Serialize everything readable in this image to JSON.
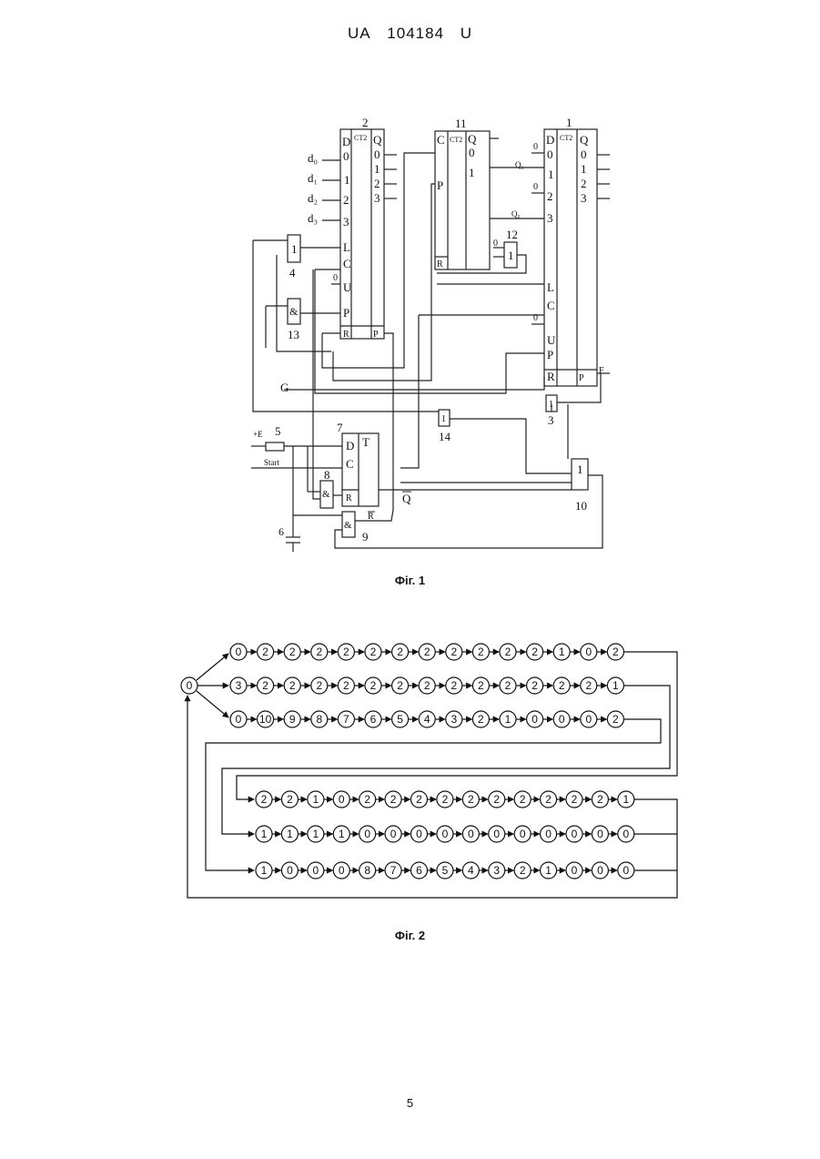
{
  "header": {
    "country": "UA",
    "number": "104184",
    "kind": "U"
  },
  "figure1": {
    "caption": "Фіг. 1",
    "counter_2": {
      "id": "2",
      "type": "CT2",
      "inputs": [
        "D",
        "0",
        "1",
        "2",
        "3",
        "L",
        "C",
        "U",
        "P",
        "R"
      ],
      "outputs": [
        "Q",
        "0",
        "1",
        "2",
        "3",
        "P"
      ]
    },
    "counter_11": {
      "id": "11",
      "type": "CT2",
      "inputs": [
        "C",
        "P",
        "R"
      ],
      "outputs": [
        "Q",
        "0",
        "1"
      ]
    },
    "counter_1": {
      "id": "1",
      "type": "CT2",
      "inputs": [
        "D",
        "0",
        "1",
        "2",
        "3",
        "L",
        "C",
        "U",
        "P",
        "R"
      ],
      "outputs": [
        "Q",
        "0",
        "1",
        "2",
        "3",
        "P"
      ]
    },
    "data_inputs": [
      "d₀",
      "d₁",
      "d₂",
      "d₃"
    ],
    "const_zero": "0",
    "gate_4": {
      "id": "4",
      "symbol": "1"
    },
    "gate_13": {
      "id": "13",
      "symbol": "&"
    },
    "gate_12": {
      "id": "12",
      "symbol": "1"
    },
    "gate_3": {
      "id": "3",
      "symbol": "1"
    },
    "gate_14": {
      "id": "14",
      "symbol": "1"
    },
    "gate_10": {
      "id": "10",
      "symbol": "1"
    },
    "gate_8": {
      "id": "8",
      "symbol": "&"
    },
    "gate_9": {
      "id": "9",
      "symbol": "&"
    },
    "trigger_7": {
      "id": "7",
      "type": "T",
      "pins": [
        "D",
        "C",
        "R"
      ]
    },
    "resistor_5": {
      "id": "5",
      "supply": "+E"
    },
    "capacitor_6": {
      "id": "6"
    },
    "signals": {
      "clock": "G",
      "start": "Start",
      "output": "F",
      "q_bar": "Q",
      "r_bar": "R",
      "q1": "Q₁",
      "q0": "Q₀"
    }
  },
  "figure2": {
    "caption": "Фіг. 2",
    "start_state": "0",
    "rows": [
      [
        "0",
        "2",
        "2",
        "2",
        "2",
        "2",
        "2",
        "2",
        "2",
        "2",
        "2",
        "2",
        "1",
        "0",
        "2"
      ],
      [
        "3",
        "2",
        "2",
        "2",
        "2",
        "2",
        "2",
        "2",
        "2",
        "2",
        "2",
        "2",
        "2",
        "2",
        "1"
      ],
      [
        "0",
        "10",
        "9",
        "8",
        "7",
        "6",
        "5",
        "4",
        "3",
        "2",
        "1",
        "0",
        "0",
        "0",
        "2"
      ],
      [
        "2",
        "2",
        "1",
        "0",
        "2",
        "2",
        "2",
        "2",
        "2",
        "2",
        "2",
        "2",
        "2",
        "2",
        "1"
      ],
      [
        "1",
        "1",
        "1",
        "1",
        "0",
        "0",
        "0",
        "0",
        "0",
        "0",
        "0",
        "0",
        "0",
        "0",
        "0"
      ],
      [
        "1",
        "0",
        "0",
        "0",
        "8",
        "7",
        "6",
        "5",
        "4",
        "3",
        "2",
        "1",
        "0",
        "0",
        "0"
      ]
    ]
  },
  "page_number": "5"
}
